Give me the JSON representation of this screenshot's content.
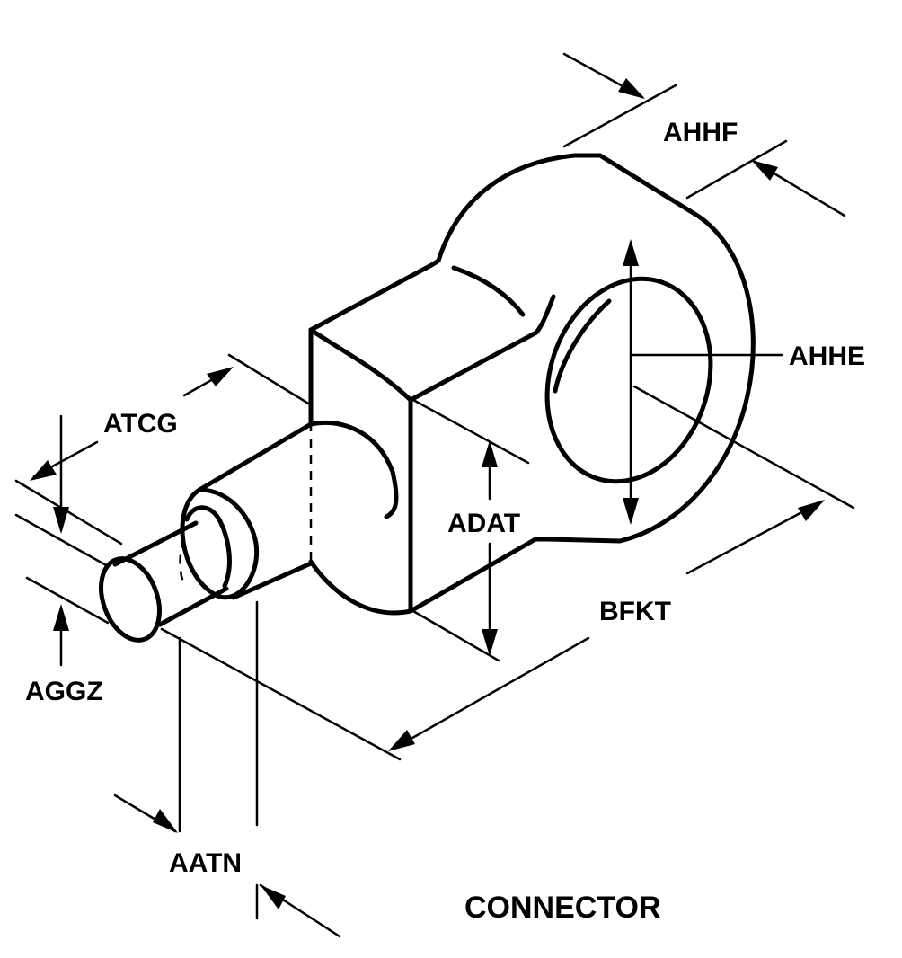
{
  "diagram": {
    "title": "CONNECTOR",
    "dimensions": {
      "ahhf": "AHHF",
      "ahhe": "AHHE",
      "atcg": "ATCG",
      "adat": "ADAT",
      "bfkt": "BFKT",
      "aggz": "AGGZ",
      "aatn": "AATN"
    }
  }
}
